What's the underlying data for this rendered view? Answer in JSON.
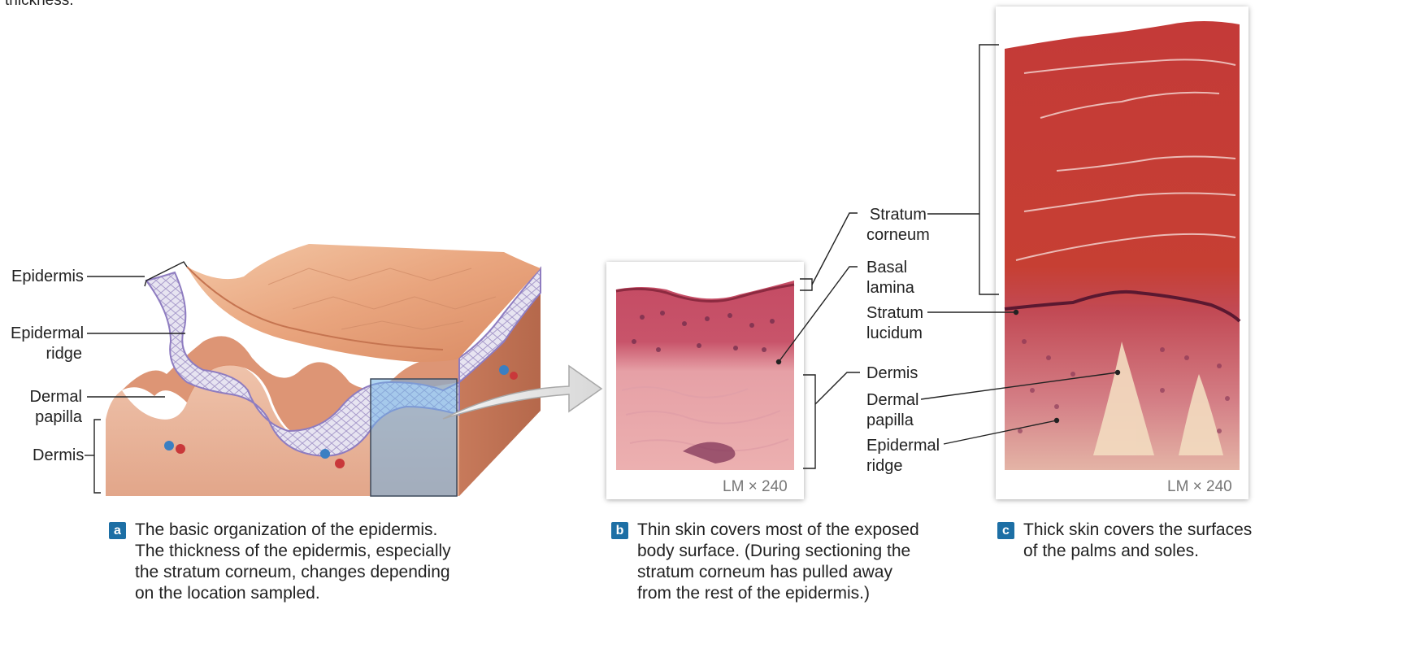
{
  "top_text": "thickness.",
  "panel_a": {
    "labels": {
      "epidermis": "Epidermis",
      "epidermal_ridge": [
        "Epidermal",
        "ridge"
      ],
      "dermal_papilla": [
        "Dermal",
        "papilla"
      ],
      "dermis": "Dermis"
    },
    "badge": "a",
    "caption": [
      "The basic organization of the epidermis.",
      "The thickness of the epidermis, especially",
      "the stratum corneum, changes depending",
      "on the location sampled."
    ]
  },
  "panel_b": {
    "labels": {
      "stratum_corneum": [
        "Stratum",
        "corneum"
      ],
      "basal_lamina": [
        "Basal",
        "lamina"
      ],
      "dermis": "Dermis"
    },
    "magnification": "LM × 240",
    "badge": "b",
    "caption": [
      "Thin skin covers most of the exposed",
      "body surface. (During sectioning the",
      "stratum corneum has pulled away",
      "from the rest of the epidermis.)"
    ]
  },
  "panel_c": {
    "labels": {
      "stratum_lucidum": [
        "Stratum",
        "lucidum"
      ],
      "dermal_papilla": [
        "Dermal",
        "papilla"
      ],
      "epidermal_ridge": [
        "Epidermal",
        "ridge"
      ]
    },
    "magnification": "LM × 240",
    "badge": "c",
    "caption": [
      "Thick skin covers the surfaces",
      "of the palms and soles."
    ]
  },
  "colors": {
    "badge": "#1d6fa5",
    "skin_surface": "#e8a07a",
    "epidermis_purple": "#9c8cc4",
    "dermis_tan": "#e9b9a0",
    "histology_pink": "#d9788a",
    "corneum_red": "#c8342e"
  }
}
